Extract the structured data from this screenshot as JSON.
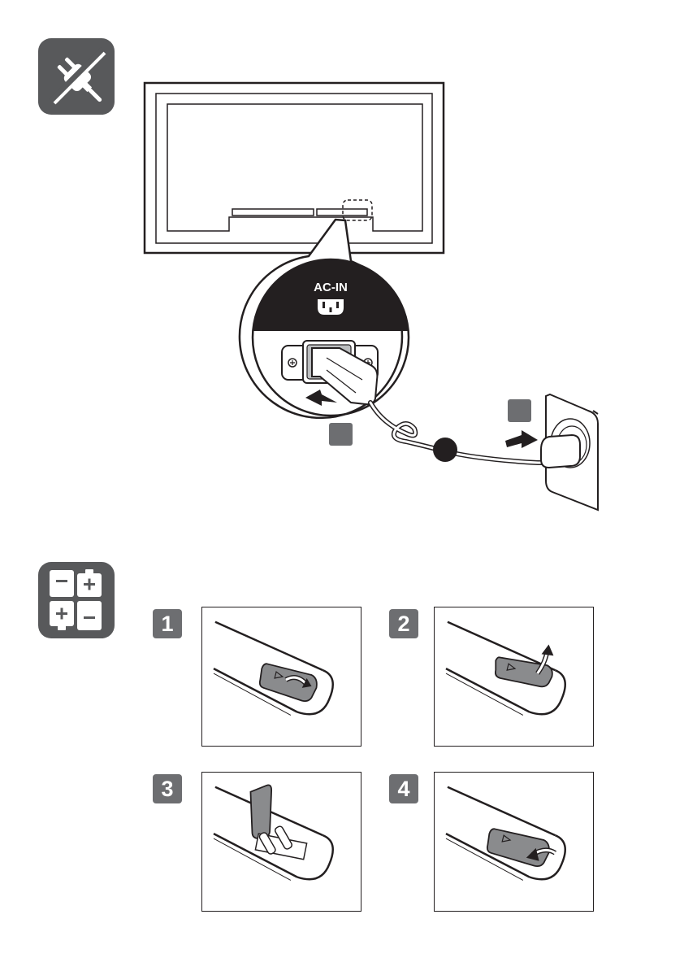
{
  "sections": {
    "power": {
      "icon": "plug-icon"
    },
    "batteries": {
      "icon": "battery-icon"
    }
  },
  "diagram": {
    "port_label": "AC-IN"
  },
  "steps": [
    {
      "number": "1"
    },
    {
      "number": "2"
    },
    {
      "number": "3"
    },
    {
      "number": "4"
    }
  ],
  "colors": {
    "icon_bg": "#58595b",
    "badge_bg": "#6d6e71",
    "line": "#231f20",
    "cover_fill": "#8a8b8d"
  }
}
